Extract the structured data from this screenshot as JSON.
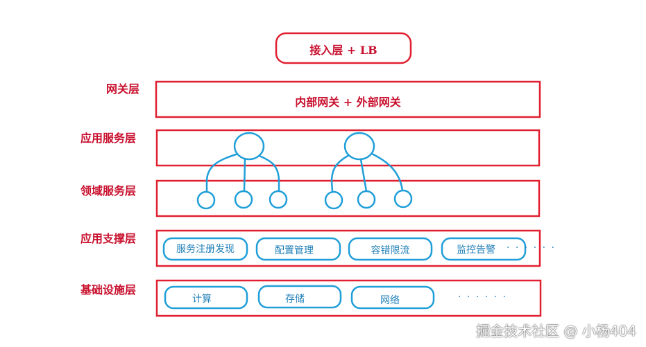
{
  "colors": {
    "layer_border": "#e02030",
    "label_text": "#c8102e",
    "node_stroke": "#1f9ed8",
    "pill_text": "#1f7fb8"
  },
  "top_box": {
    "text": "接入层  +  LB"
  },
  "layers": {
    "gateway": {
      "label": "网关层",
      "content": "内部网关  +  外部网关"
    },
    "app_service": {
      "label": "应用服务层"
    },
    "domain_service": {
      "label": "领域服务层"
    },
    "app_support": {
      "label": "应用支撑层",
      "items": [
        "服务注册发现",
        "配置管理",
        "容错限流",
        "监控告警"
      ],
      "more": "· · · · · ·"
    },
    "infrastructure": {
      "label": "基础设施层",
      "items": [
        "计算",
        "存储",
        "网络"
      ],
      "more": "· · · · · ·"
    }
  },
  "watermark": "掘金技术社区 @ 小杨404"
}
